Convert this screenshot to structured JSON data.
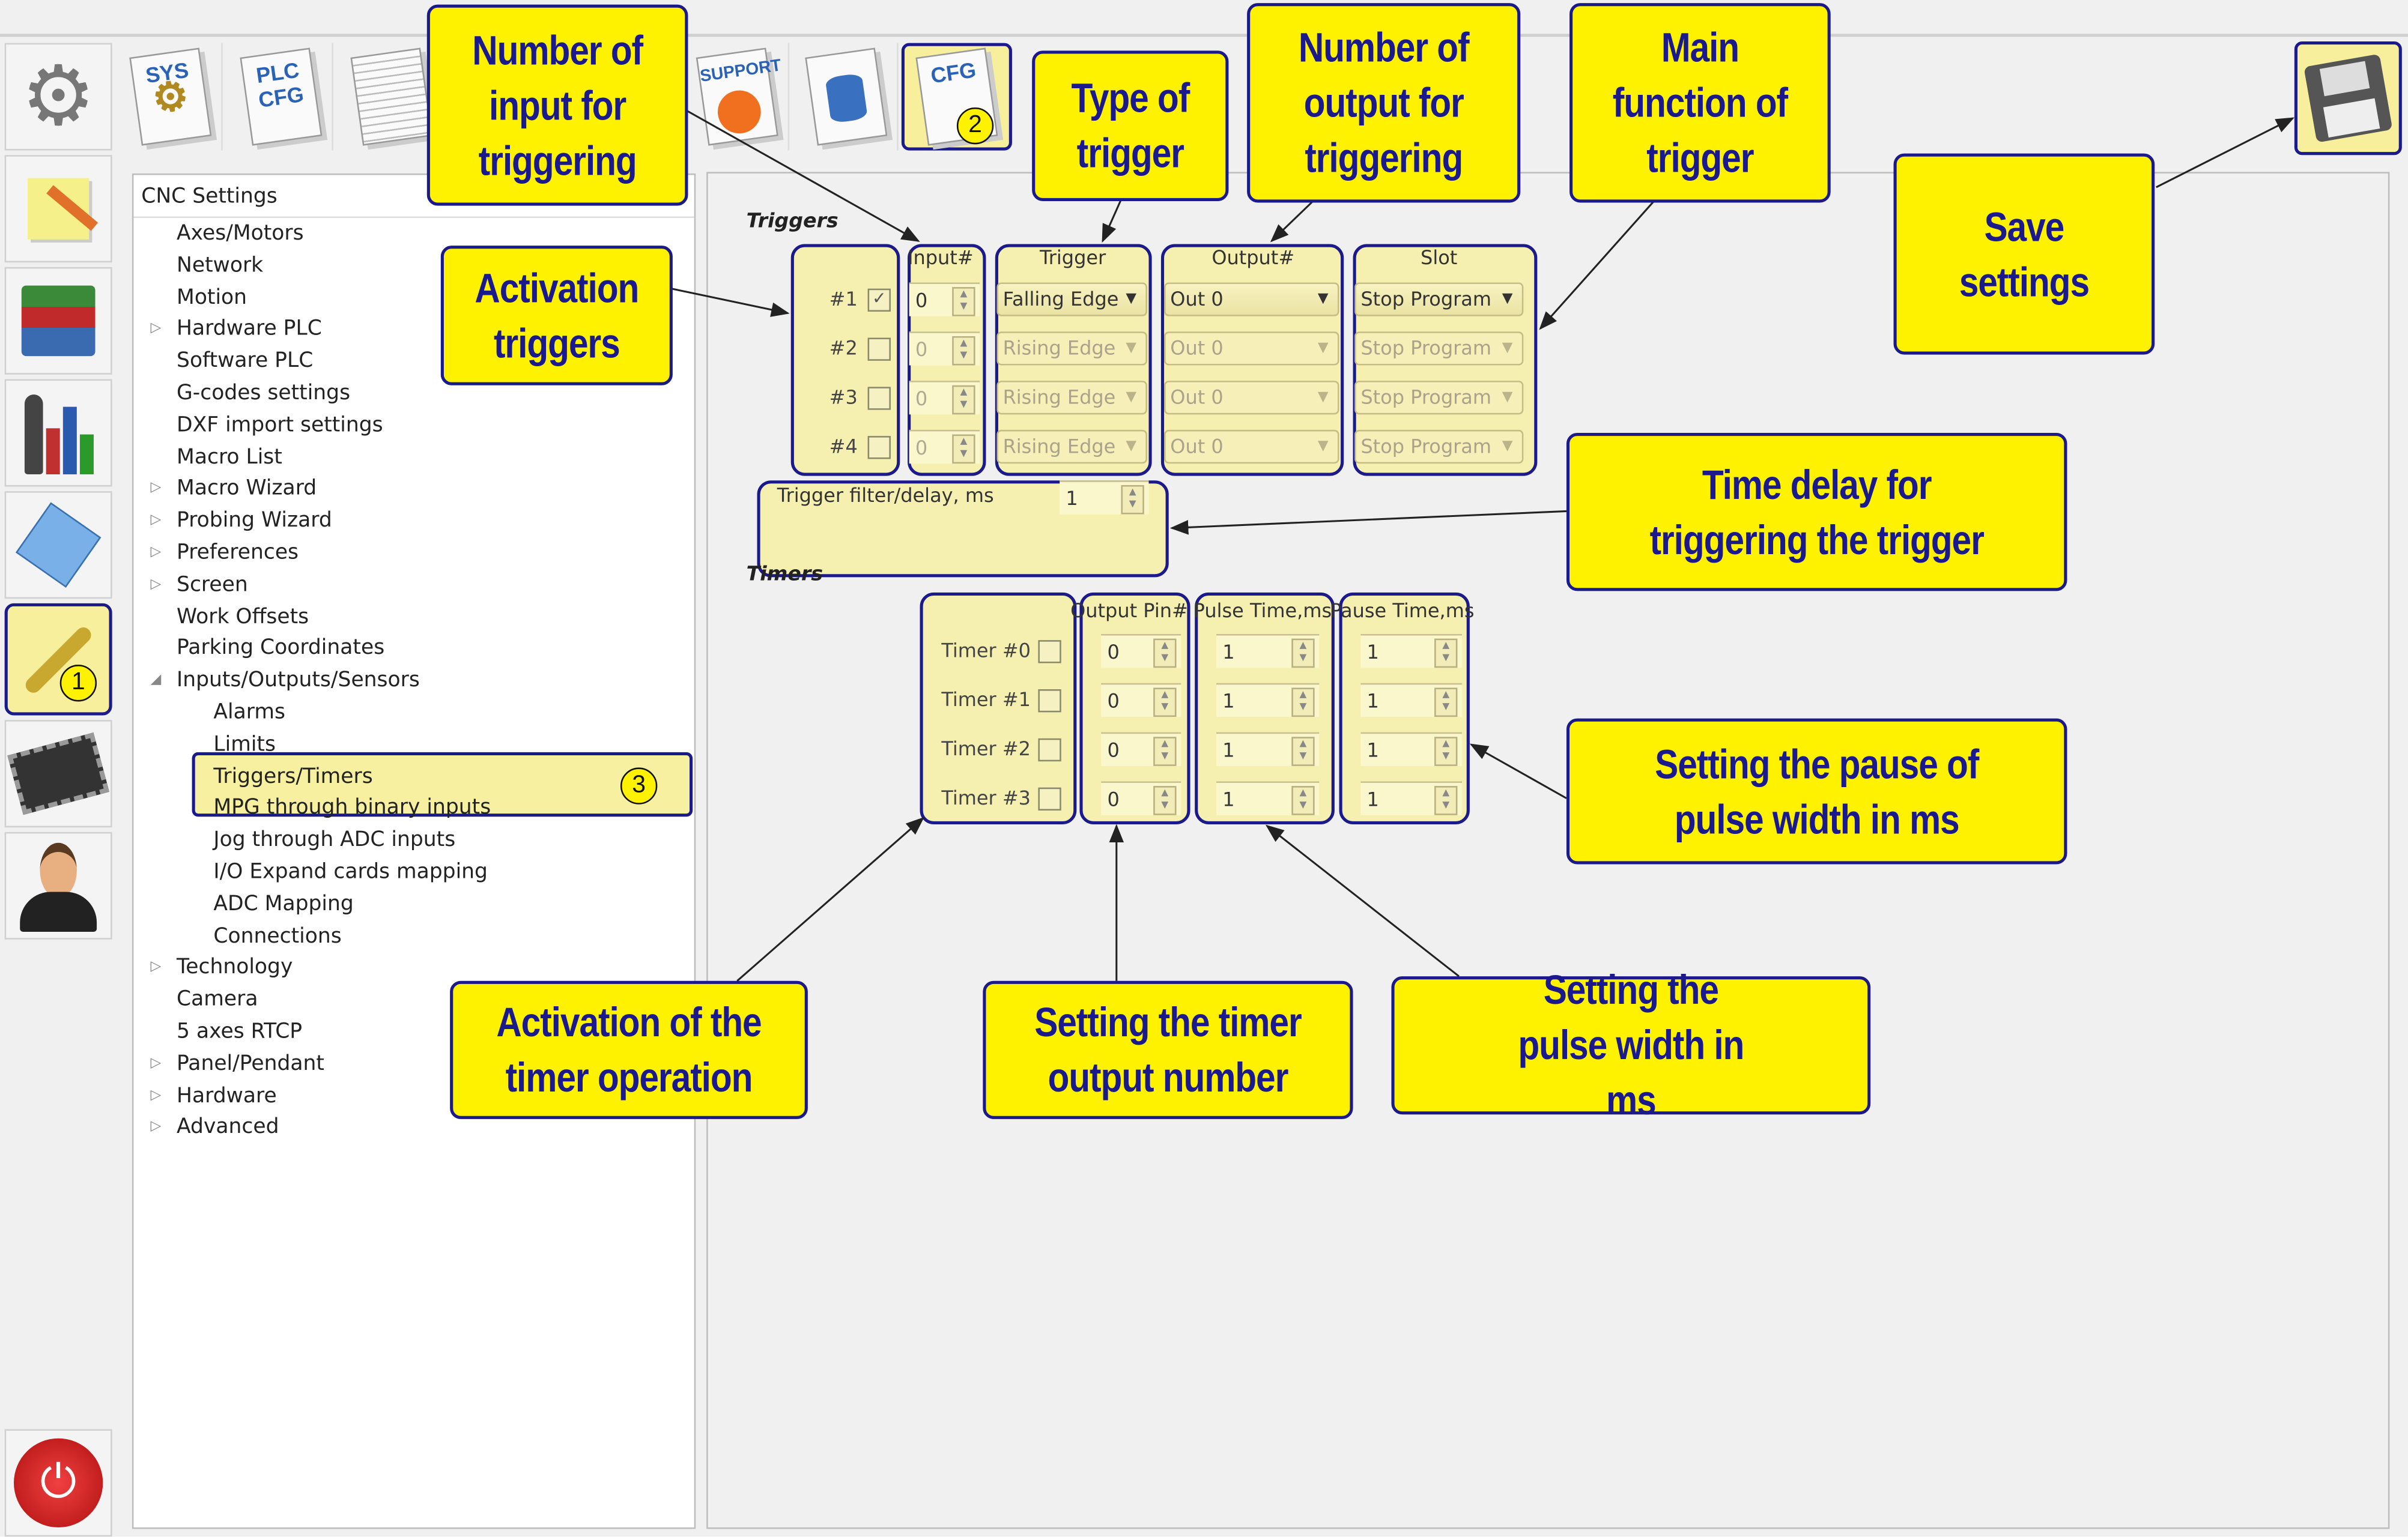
{
  "sidebar": {
    "icons": [
      "gears-icon",
      "pencil-icon",
      "books-icon",
      "chart-icon",
      "rotate-icon",
      "wrench-icon",
      "chip-icon",
      "user-icon"
    ],
    "power": "power-icon",
    "active_badge": "1"
  },
  "toolbar": {
    "sys_label": "SYS",
    "plc_cfg_label": "PLC CFG",
    "support_label": "SUPPORT",
    "cfg_label": "CFG",
    "cfg_badge": "2"
  },
  "tree": {
    "header": "CNC Settings",
    "items": [
      "Axes/Motors",
      "Network",
      "Motion",
      "Hardware PLC",
      "Software PLC",
      "G-codes settings",
      "DXF import settings",
      "Macro List",
      "Macro Wizard",
      "Probing Wizard",
      "Preferences",
      "Screen",
      "Work Offsets",
      "Parking Coordinates",
      "Inputs/Outputs/Sensors"
    ],
    "children": [
      "Alarms",
      "Limits",
      "Triggers/Timers",
      "MPG through binary inputs",
      "Jog through ADC inputs",
      "I/O Expand cards mapping",
      "ADC Mapping",
      "Connections"
    ],
    "after": [
      "Technology",
      "Camera",
      "5 axes RTCP",
      "Panel/Pendant",
      "Hardware",
      "Advanced"
    ],
    "selected": "Triggers/Timers",
    "selected_badge": "3"
  },
  "triggers": {
    "title": "Triggers",
    "headers": {
      "input": "Input#",
      "trigger": "Trigger",
      "output": "Output#",
      "slot": "Slot"
    },
    "rows": [
      {
        "label": "#1",
        "checked": true,
        "input": "0",
        "trigger": "Falling Edge",
        "output": "Out 0",
        "slot": "Stop Program"
      },
      {
        "label": "#2",
        "checked": false,
        "input": "0",
        "trigger": "Rising Edge",
        "output": "Out 0",
        "slot": "Stop Program"
      },
      {
        "label": "#3",
        "checked": false,
        "input": "0",
        "trigger": "Rising Edge",
        "output": "Out 0",
        "slot": "Stop Program"
      },
      {
        "label": "#4",
        "checked": false,
        "input": "0",
        "trigger": "Rising Edge",
        "output": "Out 0",
        "slot": "Stop Program"
      }
    ],
    "filter_label": "Trigger filter/delay, ms",
    "filter_value": "1",
    "check_mark": "✓"
  },
  "timers": {
    "title": "Timers",
    "headers": {
      "output_pin": "Output Pin#",
      "pulse": "Pulse Time,ms",
      "pause": "Pause Time,ms"
    },
    "rows": [
      {
        "label": "Timer #0",
        "pin": "0",
        "pulse": "1",
        "pause": "1"
      },
      {
        "label": "Timer #1",
        "pin": "0",
        "pulse": "1",
        "pause": "1"
      },
      {
        "label": "Timer #2",
        "pin": "0",
        "pulse": "1",
        "pause": "1"
      },
      {
        "label": "Timer #3",
        "pin": "0",
        "pulse": "1",
        "pause": "1"
      }
    ]
  },
  "callouts": {
    "input_number": "Number of input for triggering",
    "trigger_type": "Type of trigger",
    "output_number": "Number of output for triggering",
    "main_function": "Main function of trigger",
    "save": "Save settings",
    "activation": "Activation triggers",
    "time_delay": "Time delay for triggering the trigger",
    "pause": "Setting the pause of pulse width in ms",
    "timer_activation": "Activation of the timer operation",
    "timer_output": "Setting the timer output number",
    "pulse": "Setting the pulse width in ms"
  },
  "colors": {
    "callout_bg": "#fff200",
    "callout_border": "#1a1a8c",
    "panel_highlight": "#f6f0b0"
  }
}
